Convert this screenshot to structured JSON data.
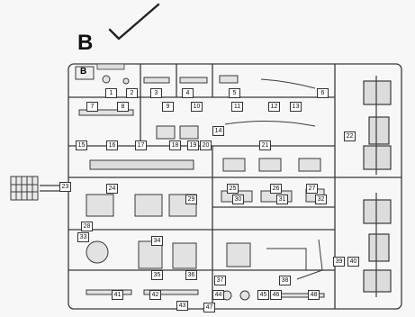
{
  "sprue_letter": "B",
  "sprue_tag": "B",
  "checkmark_icon": "check-mark-icon",
  "part_numbers": [
    "1",
    "2",
    "3",
    "4",
    "5",
    "6",
    "7",
    "8",
    "9",
    "10",
    "11",
    "12",
    "13",
    "14",
    "15",
    "16",
    "17",
    "18",
    "19",
    "20",
    "21",
    "22",
    "23",
    "24",
    "25",
    "26",
    "27",
    "28",
    "29",
    "30",
    "31",
    "32",
    "33",
    "34",
    "35",
    "36",
    "37",
    "38",
    "39",
    "40",
    "41",
    "42",
    "43",
    "44",
    "45",
    "46",
    "47",
    "48"
  ],
  "colors": {
    "line": "#3a3a3a",
    "paper": "#f7f7f7",
    "part_fill": "#dcdcdc"
  }
}
